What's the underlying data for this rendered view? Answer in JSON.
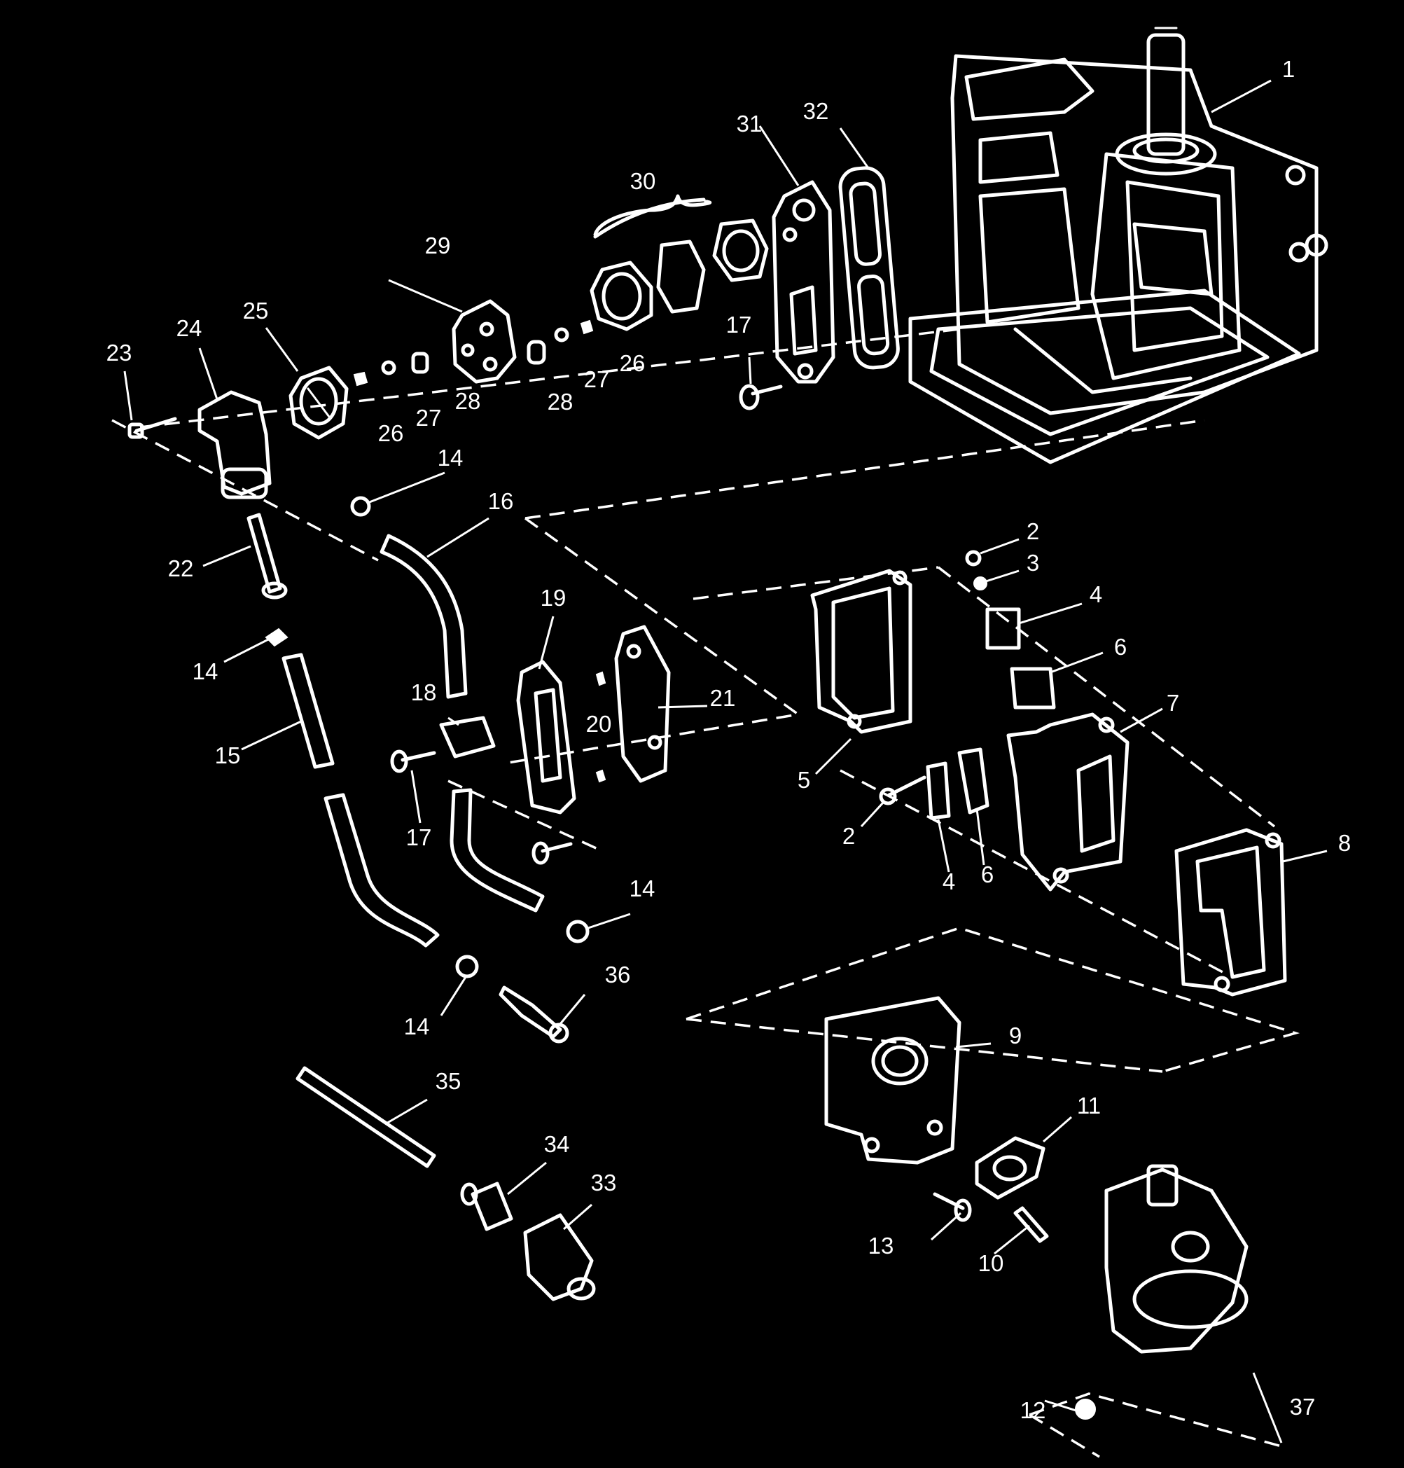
{
  "callouts": [
    {
      "id": "c1",
      "text": "1"
    },
    {
      "id": "c2a",
      "text": "2"
    },
    {
      "id": "c3",
      "text": "3"
    },
    {
      "id": "c4a",
      "text": "4"
    },
    {
      "id": "c6a",
      "text": "6"
    },
    {
      "id": "c7",
      "text": "7"
    },
    {
      "id": "c5",
      "text": "5"
    },
    {
      "id": "c2b",
      "text": "2"
    },
    {
      "id": "c4b",
      "text": "4"
    },
    {
      "id": "c6b",
      "text": "6"
    },
    {
      "id": "c8",
      "text": "8"
    },
    {
      "id": "c9",
      "text": "9"
    },
    {
      "id": "c11",
      "text": "11"
    },
    {
      "id": "c13",
      "text": "13"
    },
    {
      "id": "c10",
      "text": "10"
    },
    {
      "id": "c12",
      "text": "12"
    },
    {
      "id": "c37",
      "text": "37"
    },
    {
      "id": "c23",
      "text": "23"
    },
    {
      "id": "c24",
      "text": "24"
    },
    {
      "id": "c25",
      "text": "25"
    },
    {
      "id": "c26a",
      "text": "26"
    },
    {
      "id": "c27a",
      "text": "27"
    },
    {
      "id": "c28a",
      "text": "28"
    },
    {
      "id": "c29",
      "text": "29"
    },
    {
      "id": "c30",
      "text": "30"
    },
    {
      "id": "c28b",
      "text": "28"
    },
    {
      "id": "c27b",
      "text": "27"
    },
    {
      "id": "c26b",
      "text": "26"
    },
    {
      "id": "c31",
      "text": "31"
    },
    {
      "id": "c32",
      "text": "32"
    },
    {
      "id": "c17a",
      "text": "17"
    },
    {
      "id": "c14a",
      "text": "14"
    },
    {
      "id": "c16",
      "text": "16"
    },
    {
      "id": "c22",
      "text": "22"
    },
    {
      "id": "c14b",
      "text": "14"
    },
    {
      "id": "c15",
      "text": "15"
    },
    {
      "id": "c19",
      "text": "19"
    },
    {
      "id": "c18",
      "text": "18"
    },
    {
      "id": "c20",
      "text": "20"
    },
    {
      "id": "c21",
      "text": "21"
    },
    {
      "id": "c17b",
      "text": "17"
    },
    {
      "id": "c14c",
      "text": "14"
    },
    {
      "id": "c14d",
      "text": "14"
    },
    {
      "id": "c36",
      "text": "36"
    },
    {
      "id": "c35",
      "text": "35"
    },
    {
      "id": "c34",
      "text": "34"
    },
    {
      "id": "c33",
      "text": "33"
    }
  ]
}
